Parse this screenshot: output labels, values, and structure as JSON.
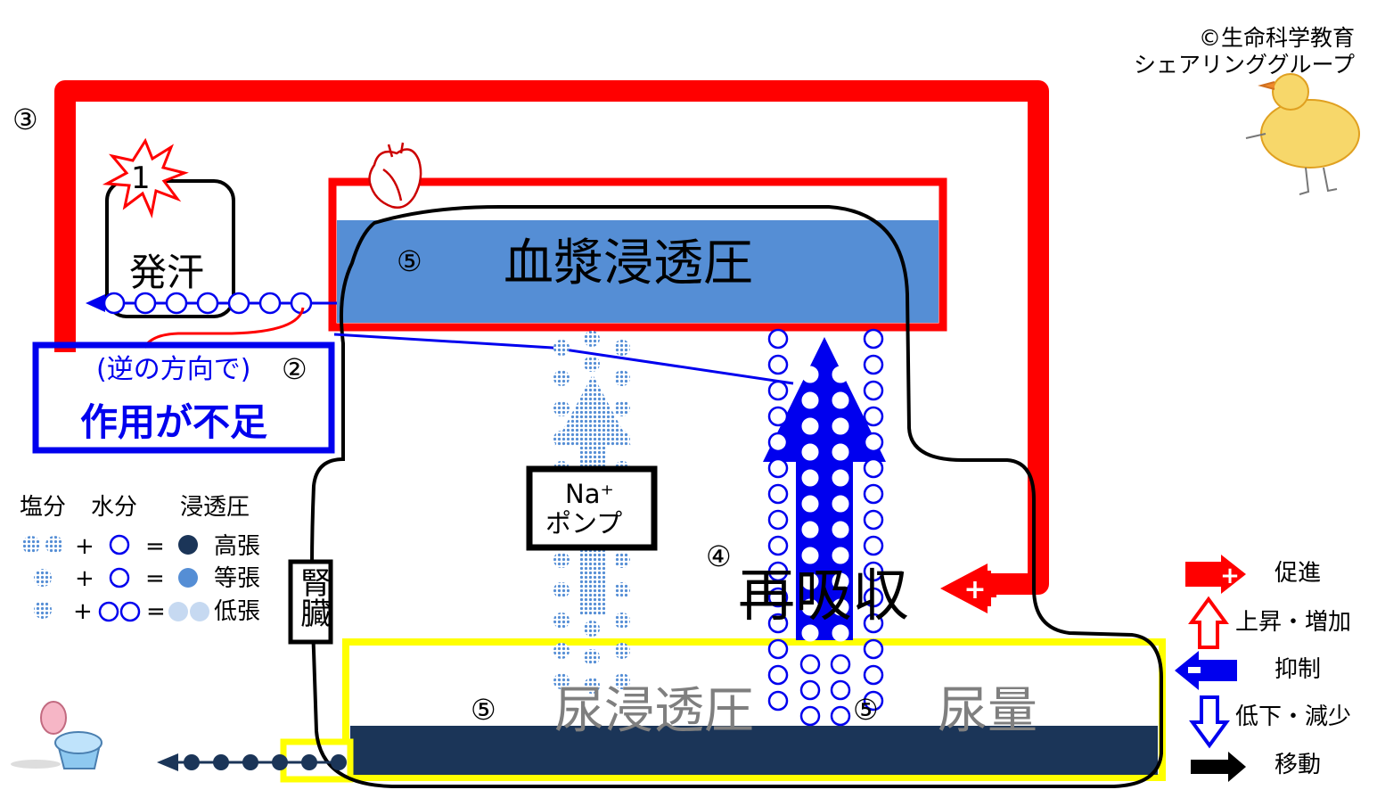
{
  "credit": {
    "line1": "©生命科学教育",
    "line2": "シェアリンググループ"
  },
  "markers": {
    "m1": "1",
    "m2": "②",
    "m3": "③",
    "m4": "④",
    "m5": "⑤"
  },
  "labels": {
    "sweat": "発汗",
    "plasma_osmotic_pressure": "血漿浸透圧",
    "reverse_direction": "(逆の方向で)",
    "insufficient_action": "作用が不足",
    "na_pump_line1": "Na⁺",
    "na_pump_line2": "ポンプ",
    "reabsorption": "再吸収",
    "kidney": "腎臓",
    "urine_osmotic_pressure": "尿浸透圧",
    "urine_volume": "尿量"
  },
  "osmo_legend": {
    "header_salt": "塩分",
    "header_water": "水分",
    "header_osmo": "浸透圧",
    "plus": "+",
    "eq": "=",
    "rows": [
      "高張",
      "等張",
      "低張"
    ]
  },
  "arrow_legend": [
    {
      "icon": "promote-arrow-icon",
      "label": "促進"
    },
    {
      "icon": "increase-arrow-icon",
      "label": "上昇・増加"
    },
    {
      "icon": "inhibit-arrow-icon",
      "label": "抑制"
    },
    {
      "icon": "decrease-arrow-icon",
      "label": "低下・減少"
    },
    {
      "icon": "move-arrow-icon",
      "label": "移動"
    }
  ],
  "colors": {
    "red": "#ff0000",
    "blue": "#0000ee",
    "plasma_blue": "#558ed5",
    "navy": "#1b3558",
    "yellow": "#ffff00",
    "pale_blue": "#c6d9f1"
  }
}
